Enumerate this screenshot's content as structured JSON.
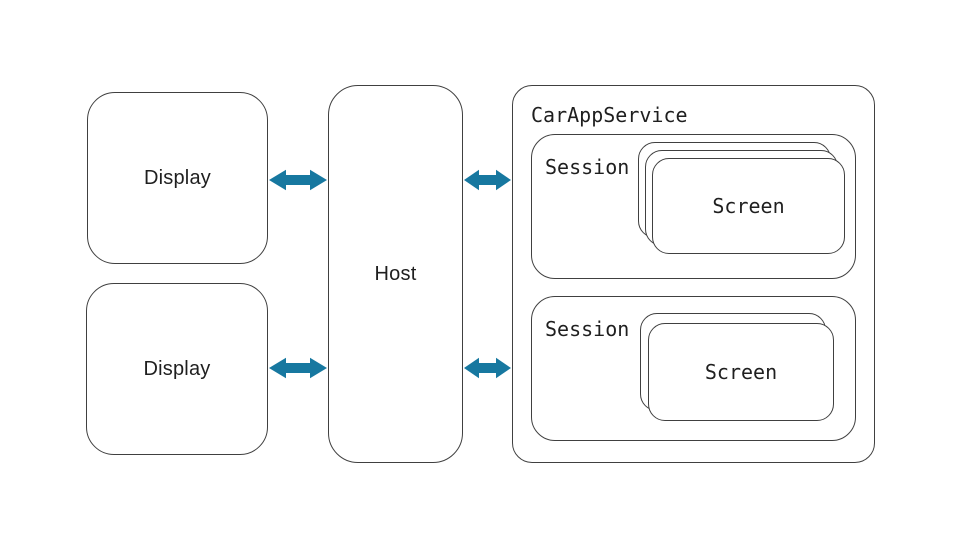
{
  "nodes": {
    "display1": {
      "label": "Display"
    },
    "display2": {
      "label": "Display"
    },
    "host": {
      "label": "Host"
    },
    "car_app_service": {
      "label": "CarAppService",
      "session1": {
        "label": "Session",
        "screen": {
          "label": "Screen"
        },
        "stack_count": 3
      },
      "session2": {
        "label": "Session",
        "screen": {
          "label": "Screen"
        },
        "stack_count": 2
      }
    }
  },
  "connections": [
    {
      "from": "display1",
      "to": "host",
      "type": "bidirectional"
    },
    {
      "from": "display2",
      "to": "host",
      "type": "bidirectional"
    },
    {
      "from": "host",
      "to": "car_app_service",
      "type": "bidirectional"
    },
    {
      "from": "host",
      "to": "car_app_service",
      "type": "bidirectional"
    }
  ],
  "colors": {
    "arrow": "#1778a0",
    "border": "#404040",
    "text": "#1f1f1f",
    "background": "#ffffff"
  }
}
